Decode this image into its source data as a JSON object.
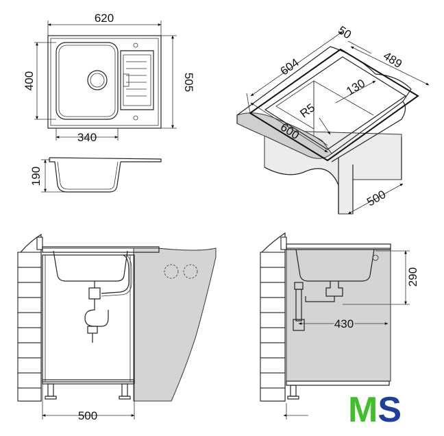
{
  "dimensions": {
    "top_width": "620",
    "top_height": "505",
    "bowl_height": "400",
    "bowl_width": "340",
    "depth": "190",
    "iso_frame": "50",
    "iso_width": "604",
    "iso_depth": "489",
    "iso_inner": "130",
    "iso_radius": "R5",
    "iso_base": "600",
    "iso_cabinet_depth": "500",
    "front_cabinet": "500",
    "side_height": "290",
    "side_offset": "430"
  },
  "logo": {
    "text": "MS",
    "color_m": "#3fbf2a",
    "color_s": "#1f3f9a"
  },
  "colors": {
    "stroke": "#222222",
    "counter": "#cfcfcf",
    "cabinet": "#d4d4d4"
  }
}
